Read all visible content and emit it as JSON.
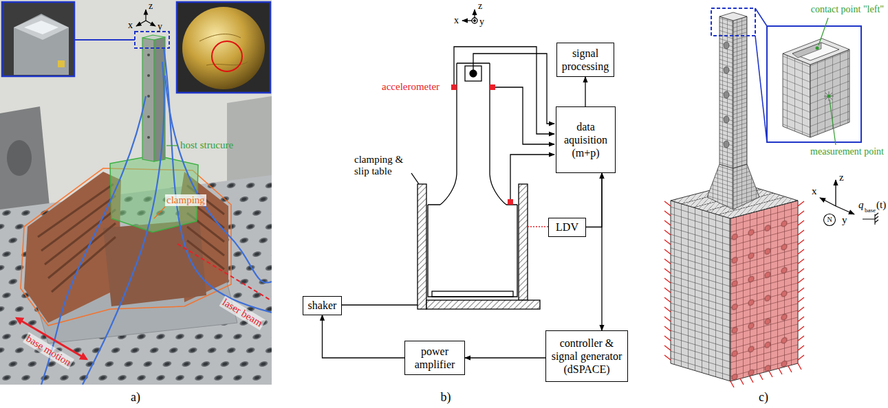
{
  "diagram": {
    "nodes": [
      {
        "text": [
          "signal processing"
        ]
      },
      {
        "text": [
          "data aquisition (m+p)"
        ]
      },
      {
        "text": [
          "LDV"
        ]
      },
      {
        "text": [
          "controller & signal generator (dSPACE)"
        ]
      },
      {
        "text": [
          "power amplifier"
        ]
      },
      {
        "text": [
          "shaker"
        ]
      }
    ],
    "edges": [
      {
        "from": 1,
        "to": 0,
        "arrow": "to"
      },
      {
        "from": 2,
        "to": 1,
        "arrow": "to"
      },
      {
        "from": 1,
        "to": 3,
        "arrow": "both"
      },
      {
        "from": 3,
        "to": 4,
        "arrow": "to"
      },
      {
        "from": 4,
        "to": 5,
        "arrow": "to"
      }
    ],
    "labels": [
      "z",
      "x",
      "y",
      "host strucure",
      "clamping",
      "base motion",
      "laser beam",
      "a)",
      "z",
      "x",
      "y",
      "accelerometer",
      "clamping & slip table",
      "b)",
      "contact point \"left\"",
      "measurement point",
      "z",
      "x",
      "y",
      "N",
      "q",
      "base",
      "(t)",
      "c)"
    ]
  }
}
